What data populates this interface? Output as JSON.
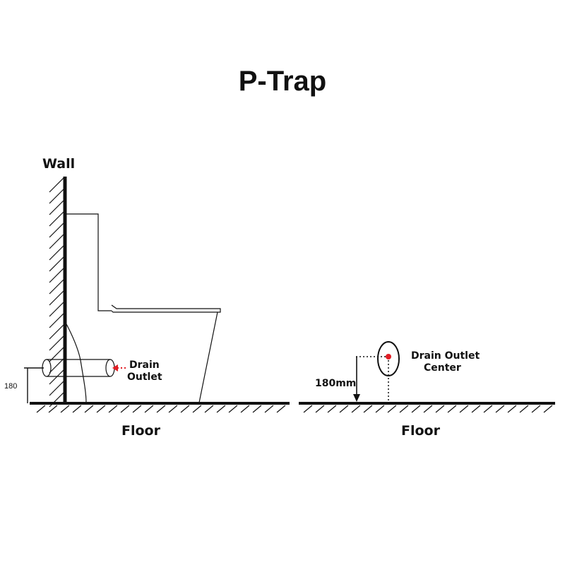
{
  "title": "P-Trap",
  "labels": {
    "wall": "Wall",
    "floor_left": "Floor",
    "floor_right": "Floor",
    "drain_outlet_line1": "Drain",
    "drain_outlet_line2": "Outlet",
    "drain_center_line1": "Drain Outlet",
    "drain_center_line2": "Center",
    "height_left": "180",
    "height_right": "180mm"
  },
  "colors": {
    "ink": "#111111",
    "accent": "#e11d24",
    "background": "#ffffff"
  }
}
